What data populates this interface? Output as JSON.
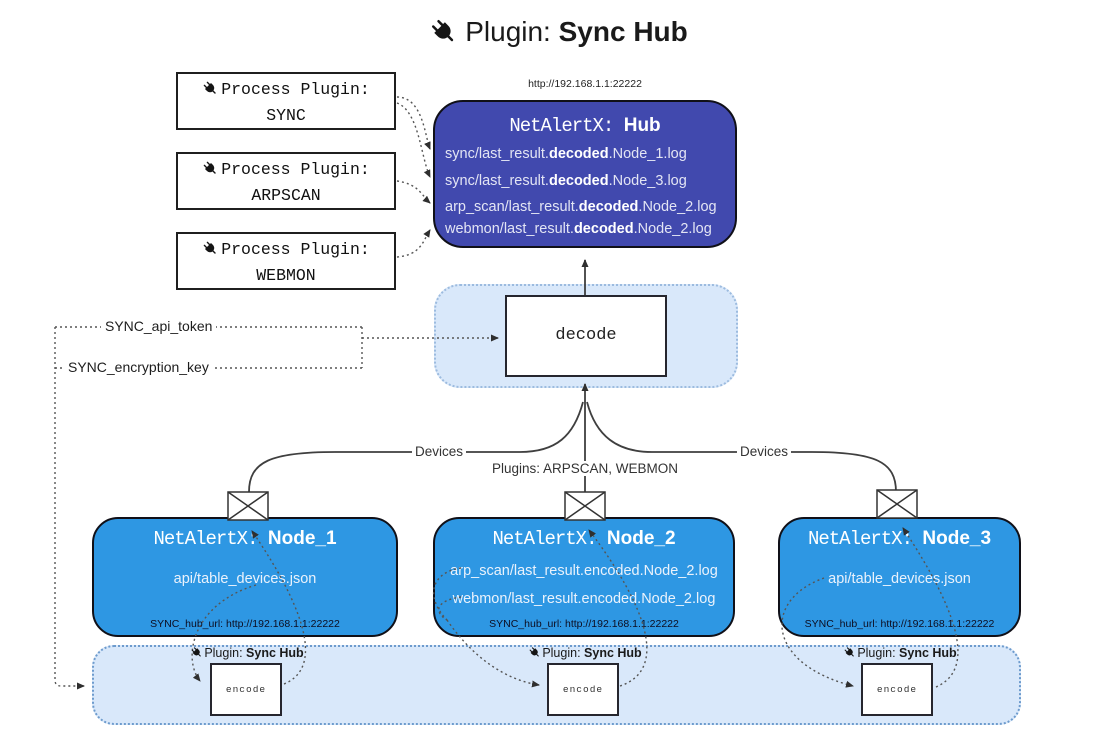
{
  "title": {
    "icon": "plug-icon",
    "prefix": "Plugin: ",
    "bold": "Sync Hub"
  },
  "process_plugins": [
    {
      "label": "Process Plugin:",
      "name": "SYNC"
    },
    {
      "label": "Process Plugin:",
      "name": "ARPSCAN"
    },
    {
      "label": "Process Plugin:",
      "name": "WEBMON"
    }
  ],
  "hub": {
    "url": "http://192.168.1.1:22222",
    "title_mono": "NetAlertX: ",
    "title_bold": "Hub",
    "lines": [
      {
        "prefix": "sync/last_result.",
        "bold": "decoded",
        "suffix": ".Node_1.log"
      },
      {
        "prefix": "sync/last_result.",
        "bold": "decoded",
        "suffix": ".Node_3.log"
      },
      {
        "prefix": "arp_scan/last_result.",
        "bold": "decoded",
        "suffix": ".Node_2.log"
      },
      {
        "prefix": "webmon/last_result.",
        "bold": "decoded",
        "suffix": ".Node_2.log"
      }
    ]
  },
  "decode": {
    "label": "decode"
  },
  "secrets": {
    "api_token": "SYNC_api_token",
    "encryption_key": "SYNC_encryption_key"
  },
  "edges": {
    "devices_left": "Devices",
    "devices_right": "Devices",
    "plugins_center": "Plugins: ARPSCAN, WEBMON"
  },
  "nodes": [
    {
      "title_mono": "NetAlertX: ",
      "title_bold": "Node_1",
      "lines": [
        "api/table_devices.json"
      ],
      "hub_url": "SYNC_hub_url: http://192.168.1.1:22222"
    },
    {
      "title_mono": "NetAlertX: ",
      "title_bold": "Node_2",
      "lines": [
        "arp_scan/last_result.encoded.Node_2.log",
        "webmon/last_result.encoded.Node_2.log"
      ],
      "hub_url": "SYNC_hub_url: http://192.168.1.1:22222"
    },
    {
      "title_mono": "NetAlertX: ",
      "title_bold": "Node_3",
      "lines": [
        "api/table_devices.json"
      ],
      "hub_url": "SYNC_hub_url: http://192.168.1.1:22222"
    }
  ],
  "band": {
    "groups": [
      {
        "label_prefix": "Plugin: ",
        "label_bold": "Sync Hub",
        "encode": "encode"
      },
      {
        "label_prefix": "Plugin: ",
        "label_bold": "Sync Hub",
        "encode": "encode"
      },
      {
        "label_prefix": "Plugin: ",
        "label_bold": "Sync Hub",
        "encode": "encode"
      }
    ]
  },
  "icons": {
    "plug": "plug-icon",
    "envelope": "envelope-icon"
  },
  "colors": {
    "hub_bg": "#4149ae",
    "node_bg": "#2e97e3",
    "panel_bg": "#d9e8fa",
    "panel_border": "#76a3d4",
    "line": "#404040",
    "dotted": "#555555"
  }
}
